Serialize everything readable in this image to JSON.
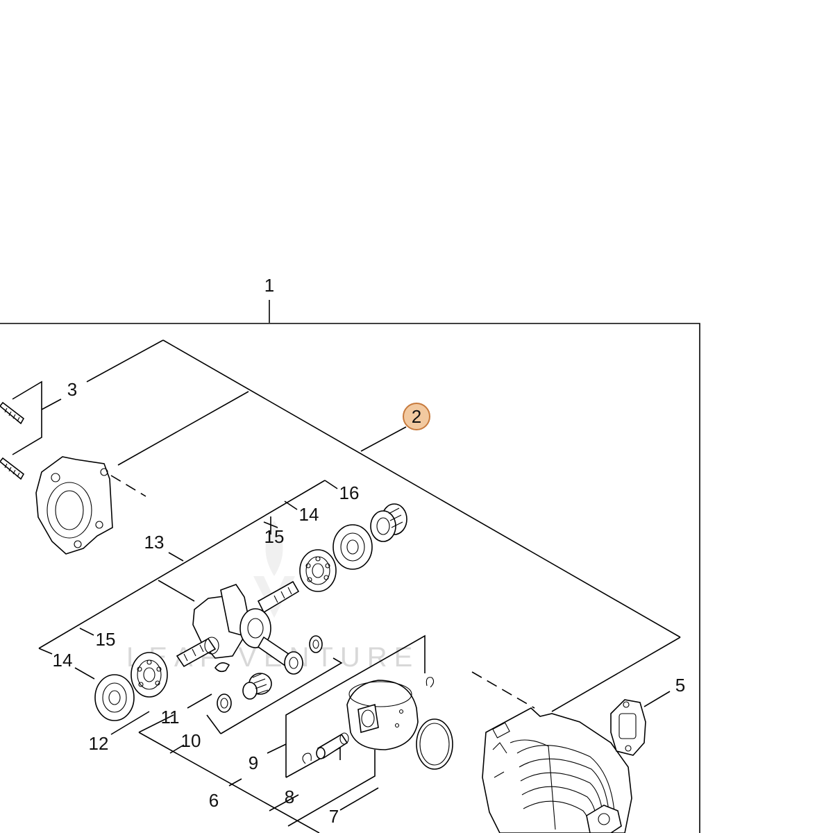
{
  "diagram": {
    "watermark": "LEAF VENTURE",
    "highlight": {
      "label": "2",
      "fill": "#f2c9a0",
      "stroke": "#c77a3d"
    },
    "labels": {
      "l1": "1",
      "l2": "2",
      "l3": "3",
      "l5": "5",
      "l6": "6",
      "l7": "7",
      "l8": "8",
      "l9": "9",
      "l10": "10",
      "l11": "11",
      "l12": "12",
      "l13": "13",
      "l14a": "14",
      "l14b": "14",
      "l15a": "15",
      "l15b": "15",
      "l16": "16"
    },
    "parts": [
      "screw-upper",
      "screw-lower",
      "crankcase-half",
      "crankshaft",
      "connecting-rod",
      "bearing-left",
      "seal-left",
      "bearing-right",
      "seal-right",
      "spacer-16",
      "key-11",
      "needle-bearing",
      "washer-10",
      "washer-right",
      "piston",
      "piston-pin",
      "piston-clip-left",
      "piston-clip-right",
      "piston-ring",
      "cylinder",
      "gasket-5"
    ]
  }
}
